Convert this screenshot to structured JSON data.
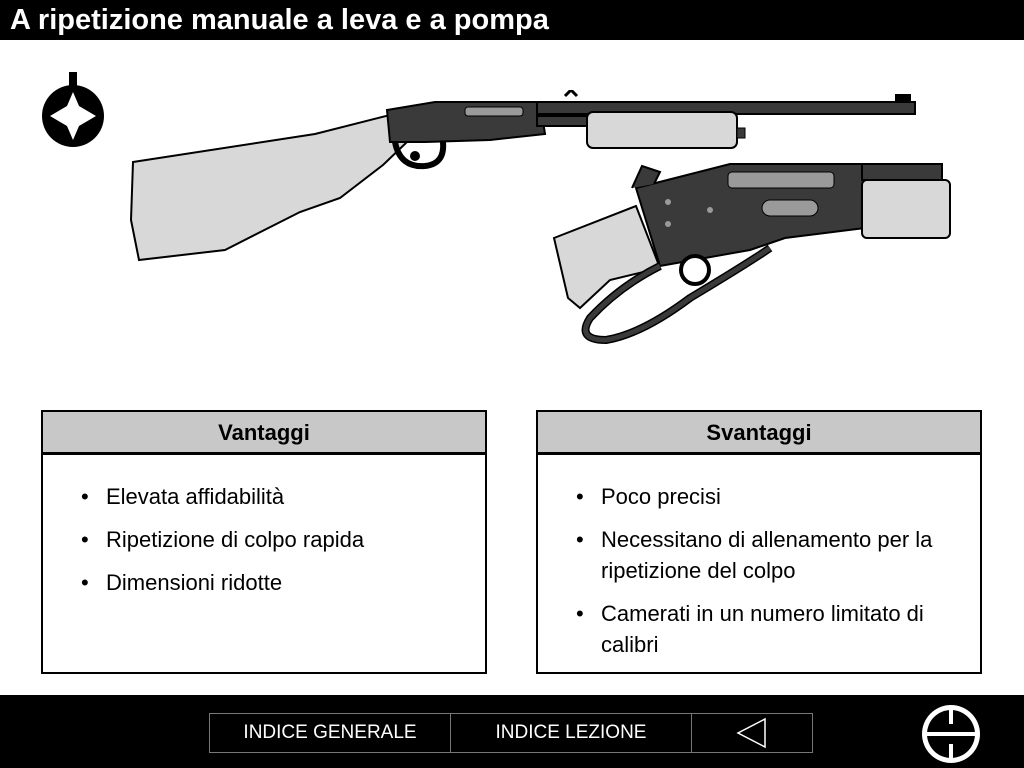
{
  "title": "A ripetizione manuale a leva e a pompa",
  "icons": {
    "target": "target-icon",
    "pump_rifle": "pump-action-rifle-illustration",
    "lever_rifle": "lever-action-rifle-illustration",
    "back": "back-arrow-icon",
    "scope": "scope-crosshair-icon"
  },
  "colors": {
    "bar": "#000000",
    "panel_header": "#c8c8c8"
  },
  "advantages": {
    "heading": "Vantaggi",
    "items": [
      "Elevata affidabilità",
      "Ripetizione di colpo rapida",
      "Dimensioni ridotte"
    ]
  },
  "disadvantages": {
    "heading": "Svantaggi",
    "items": [
      "Poco precisi",
      "Necessitano di allenamento per la ripetizione del colpo",
      "Camerati in un numero limitato di calibri"
    ]
  },
  "footer": {
    "general_index": "INDICE GENERALE",
    "lesson_index": "INDICE LEZIONE"
  }
}
